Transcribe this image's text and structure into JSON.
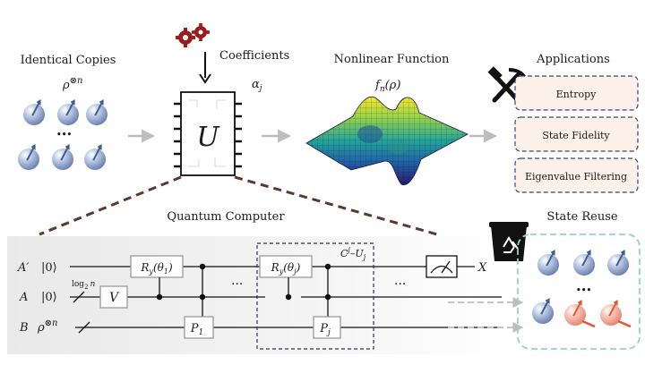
{
  "labels": {
    "identical_copies": "Identical Copies",
    "copies_symbol": "ρ",
    "copies_exp": "⊗n",
    "coefficients": "Coefficients",
    "alpha": "α",
    "alpha_sub": "j",
    "unitary": "U",
    "nonlinear_function": "Nonlinear Function",
    "fn_symbol": "f",
    "fn_sub": "n",
    "fn_arg": "(ρ)",
    "applications": "Applications",
    "quantum_computer": "Quantum Computer",
    "state_reuse": "State Reuse",
    "ellipsis": "•••"
  },
  "applications": [
    "Entropy",
    "State Fidelity",
    "Eigenvalue Filtering"
  ],
  "circuit": {
    "wires": [
      {
        "name": "A′",
        "state": "|0⟩"
      },
      {
        "name": "A",
        "state": "|0⟩"
      },
      {
        "name": "B",
        "state": "ρ",
        "state_exp": "⊗n"
      }
    ],
    "log_label": "log",
    "log_sub": "2",
    "log_n": "n",
    "v_gate": "V",
    "ry1": "R",
    "ry1_sub": "y",
    "ry1_arg": "(θ",
    "ry1_idx": "1",
    "ryj_arg": "(θ",
    "ryj_idx": "j",
    "p1": "P",
    "p1_sub": "1",
    "pj": "P",
    "pj_sub": "j",
    "cu_label": "C",
    "cu_exp": "j",
    "cu_tail": "–U",
    "cu_sub": "j",
    "dots": "···",
    "measure_out": "X"
  },
  "colors": {
    "qubit_blue": "#8fa3c9",
    "qubit_red": "#f2a89a",
    "arrow_blue": "#3d5f8f",
    "arrow_red": "#e2572f",
    "gear": "#9b1c1c",
    "app_box_fill": "#fdf1ea",
    "app_box_border": "#3a4a6b",
    "reuse_border": "#8fd5c6",
    "panel_fill": "#f1f1f1",
    "chip_border": "#111111"
  }
}
